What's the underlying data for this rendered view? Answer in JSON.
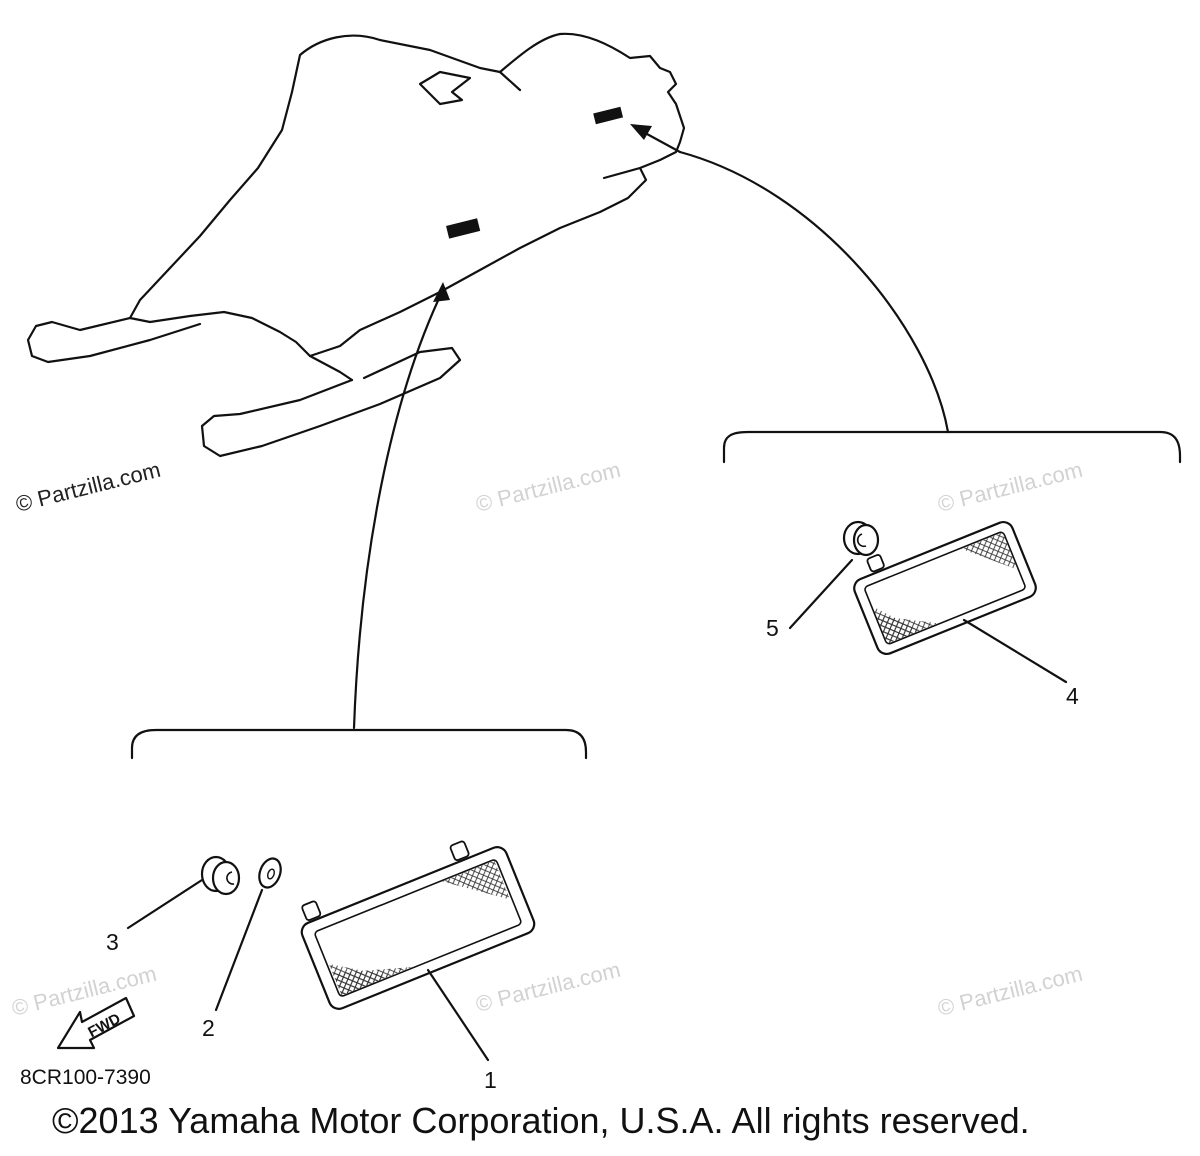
{
  "watermark_text": "© Partzilla.com",
  "callouts": {
    "c1": "1",
    "c2": "2",
    "c3": "3",
    "c4": "4",
    "c5": "5"
  },
  "fwd_label": "FWD",
  "part_code": "8CR100-7390",
  "copyright": "©2013 Yamaha Motor Corporation, U.S.A. All rights reserved.",
  "icons": [
    "snowmobile-outline",
    "reflector",
    "nut",
    "washer",
    "fwd-arrow"
  ],
  "colors": {
    "line": "#111111",
    "watermark": "#d2d2d2"
  }
}
